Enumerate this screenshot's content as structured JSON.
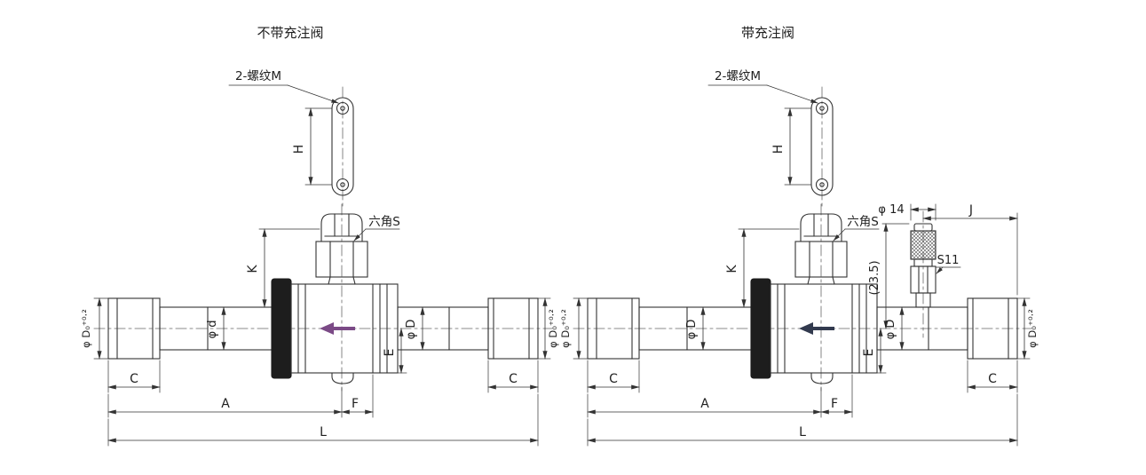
{
  "colors": {
    "line": "#333333",
    "arrow_left": "#7b4a86",
    "arrow_right": "#323a4e"
  },
  "left": {
    "title": "不带充注阀",
    "thread_label": "2-螺纹M",
    "hex_label": "六角S",
    "dims": {
      "H": "H",
      "K": "K",
      "C_left": "C",
      "C_right": "C",
      "A": "A",
      "F": "F",
      "L": "L",
      "E": "E",
      "phi_d": "φ d",
      "phi_D": "φ D",
      "phi_D0_left": "φ D₀⁺⁰·²",
      "phi_D0_right": "φ D₀⁺⁰·²"
    }
  },
  "right": {
    "title": "带充注阀",
    "thread_label": "2-螺纹M",
    "hex_label": "六角S",
    "dims": {
      "H": "H",
      "K": "K",
      "C_left": "C",
      "C_right": "C",
      "A": "A",
      "F": "F",
      "L": "L",
      "E": "E",
      "phi_D_left": "φ D",
      "phi_D_right": "φ D",
      "phi_D0_left": "φ D₀⁺⁰·²",
      "phi_D0_right": "φ D₀⁺⁰·²"
    },
    "charging_valve": {
      "diameter_label": "φ 14",
      "J": "J",
      "hex_label": "S11",
      "height_label": "(23.5)"
    }
  }
}
